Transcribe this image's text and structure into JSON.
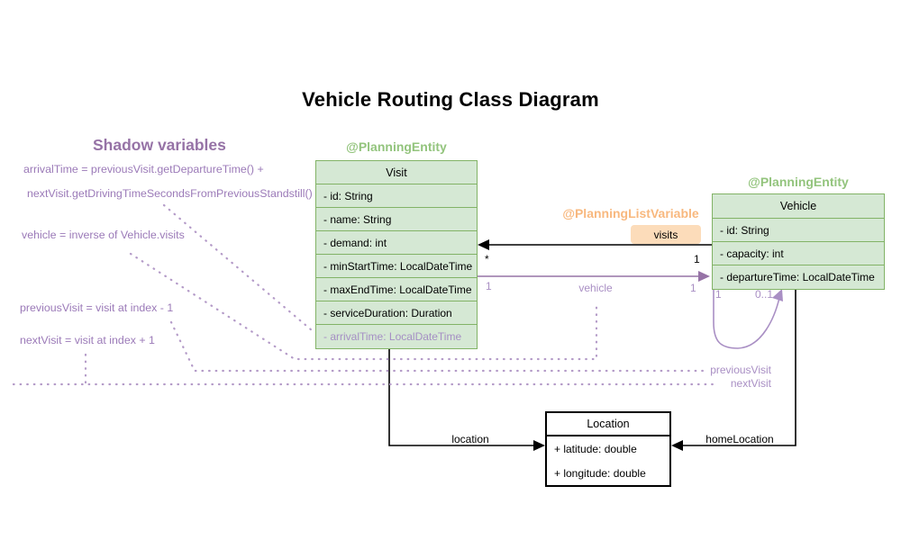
{
  "title": "Vehicle Routing Class Diagram",
  "colors": {
    "class_fill_green": "#d5e8d4",
    "class_stroke_green": "#82b366",
    "entity_label_green": "#93c47d",
    "shadow_purple": "#9673a6",
    "shadow_purple_light": "#a98fc4",
    "list_variable_orange": "#f8b87e",
    "visits_box_fill": "#fcdcba",
    "line_black": "#000000"
  },
  "shadow": {
    "heading": "Shadow variables",
    "lines": [
      "arrivalTime = previousVisit.getDepartureTime() +",
      "nextVisit.getDrivingTimeSecondsFromPreviousStandstill()",
      "vehicle = inverse of Vehicle.visits",
      "previousVisit = visit at index - 1",
      "nextVisit = visit at index + 1"
    ]
  },
  "annotations": {
    "visit_entity": "@PlanningEntity",
    "vehicle_entity": "@PlanningEntity",
    "list_variable": "@PlanningListVariable"
  },
  "classes": {
    "visit": {
      "name": "Visit",
      "attributes": [
        "- id: String",
        "- name: String",
        "- demand: int",
        "- minStartTime: LocalDateTime",
        "- maxEndTime: LocalDateTime",
        "- serviceDuration: Duration",
        "- arrivalTime: LocalDateTime"
      ]
    },
    "vehicle": {
      "name": "Vehicle",
      "attributes": [
        "- id: String",
        "- capacity: int",
        "- departureTime: LocalDateTime"
      ]
    },
    "location": {
      "name": "Location",
      "attributes": [
        "+ latitude: double",
        "+ longitude: double"
      ]
    }
  },
  "relations": {
    "visits": {
      "label": "visits",
      "target_mult": "*",
      "source_mult": "1"
    },
    "vehicle": {
      "label": "vehicle",
      "source_mult": "1",
      "target_mult": "1"
    },
    "self_loop": {
      "source_mult": "1",
      "target_mult": "0..1"
    },
    "previous_visit_label": "previousVisit",
    "next_visit_label": "nextVisit",
    "location_label": "location",
    "home_location_label": "homeLocation"
  }
}
